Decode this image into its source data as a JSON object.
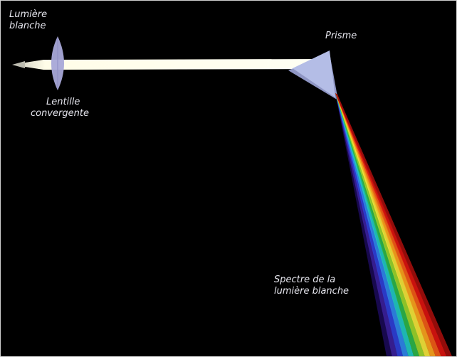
{
  "labels": {
    "white_light": [
      "Lumière",
      "blanche"
    ],
    "lens": [
      "Lentille",
      "convergente"
    ],
    "prism": "Prisme",
    "spectrum": [
      "Spectre de la",
      "lumière blanche"
    ]
  },
  "colors": {
    "background": "#000000",
    "beam": "#fffde8",
    "lens": "#a8a8d8",
    "prism": "#b4bde6",
    "prism_shadow": "#8f96c4",
    "text": "#e6e6ee",
    "spectrum": [
      "#1a0a55",
      "#3a1f9a",
      "#2e3fd6",
      "#2f86e8",
      "#21c6c0",
      "#2db44a",
      "#9ad12b",
      "#f2e23a",
      "#f7a21d",
      "#ef5b17",
      "#d9140f",
      "#9e0d0b"
    ]
  }
}
